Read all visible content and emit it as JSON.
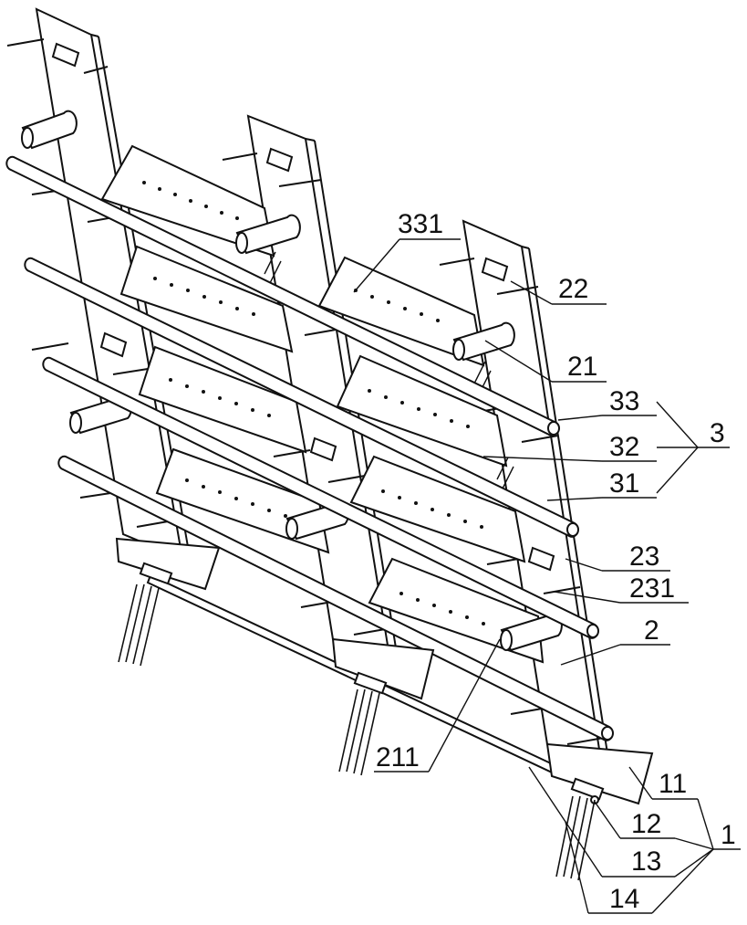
{
  "labels": {
    "l331": "331",
    "l22": "22",
    "l21": "21",
    "l33": "33",
    "l32": "32",
    "l3": "3",
    "l31": "31",
    "l23": "23",
    "l231": "231",
    "l2": "2",
    "l211": "211",
    "l11": "11",
    "l12": "12",
    "l1": "1",
    "l13": "13",
    "l14": "14"
  }
}
